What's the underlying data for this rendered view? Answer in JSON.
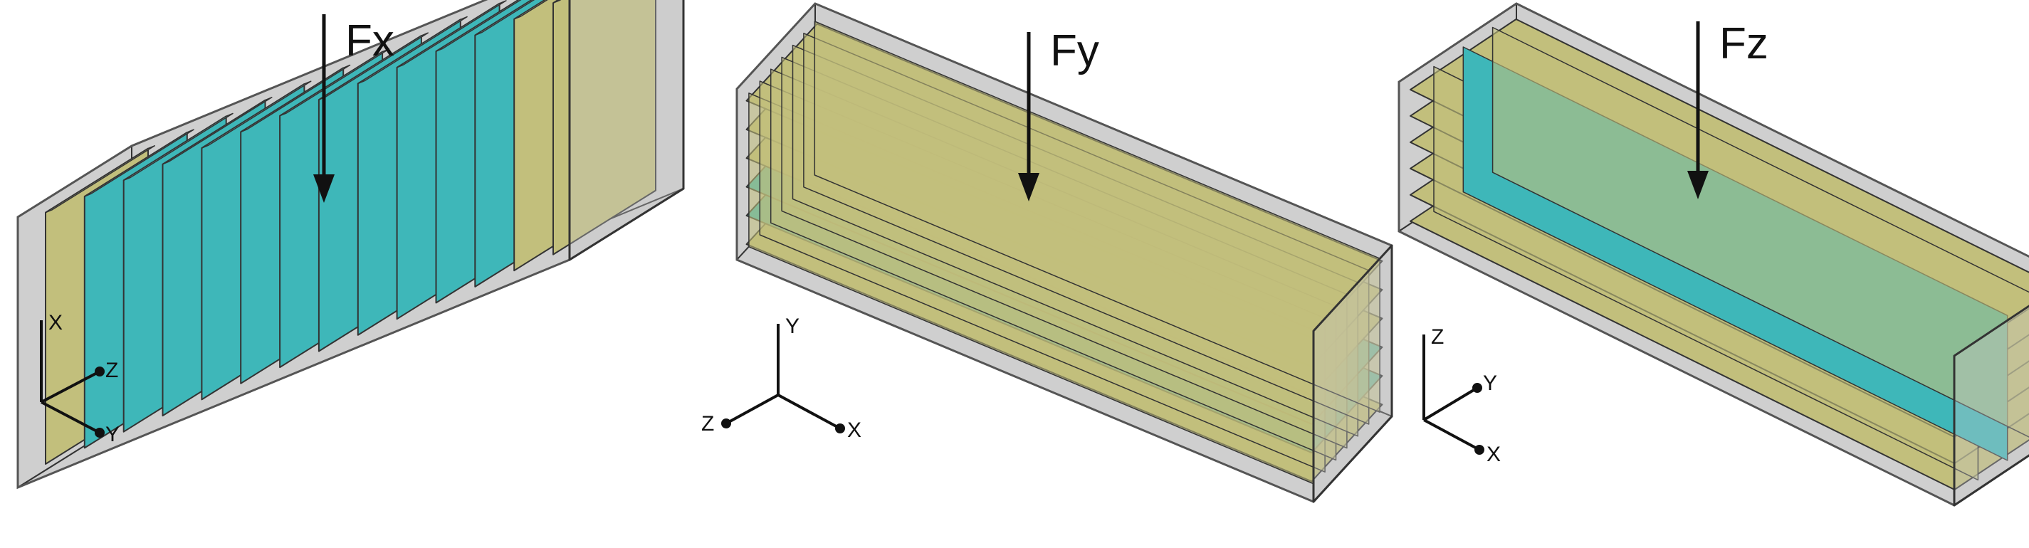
{
  "panels": [
    {
      "force_label": "Fx",
      "axes": {
        "up": "X",
        "right_up": "Z",
        "right_down": "Y"
      },
      "plate_orientation": "vertical-transverse",
      "plate_count": 14,
      "highlight_plates": [
        1,
        2,
        3,
        4,
        5,
        6,
        7,
        8,
        9,
        10,
        11
      ]
    },
    {
      "force_label": "Fy",
      "axes": {
        "up": "Y",
        "left_down": "Z",
        "right_down": "X"
      },
      "plate_orientation": "horizontal-longitudinal",
      "plate_count": 6,
      "highlight_plates": [
        1,
        2
      ]
    },
    {
      "force_label": "Fz",
      "axes": {
        "up": "Z",
        "right_up": "Y",
        "right_down": "X"
      },
      "plate_orientation": "vertical-longitudinal",
      "plate_count": 6,
      "highlight_plates": [
        1
      ]
    }
  ],
  "colors": {
    "plate": "#c2bf7c",
    "highlight": "#3eb7b9",
    "frame": "#cfcfcf",
    "outline": "#333333"
  }
}
